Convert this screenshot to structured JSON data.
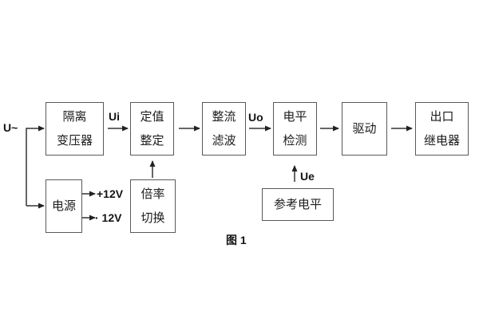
{
  "figure": {
    "caption": "图 1",
    "colors": {
      "background": "#ffffff",
      "box_border": "#595959",
      "line": "#333333",
      "text": "#1c1c1c"
    }
  },
  "blocks": {
    "isolation_transformer": {
      "lines": [
        "隔离",
        "变压器"
      ]
    },
    "setting": {
      "lines": [
        "定值",
        "整定"
      ]
    },
    "rectify_filter": {
      "lines": [
        "整流",
        "滤波"
      ]
    },
    "level_detect": {
      "lines": [
        "电平",
        "检测"
      ]
    },
    "drive": {
      "lines": [
        "驱动"
      ]
    },
    "output_relay": {
      "lines": [
        "出口",
        "继电器"
      ]
    },
    "power_supply": {
      "lines": [
        "电源"
      ]
    },
    "ratio_switch": {
      "lines": [
        "倍率",
        "切换"
      ]
    },
    "reference_level": {
      "lines": [
        "参考电平"
      ]
    }
  },
  "signals": {
    "input": "U~",
    "ui": "Ui",
    "uo": "Uo",
    "ue": "Ue",
    "plus_12v": "+12V",
    "minus_12v": "· 12V"
  },
  "icons": {
    "arrowhead": "filled-triangle"
  }
}
